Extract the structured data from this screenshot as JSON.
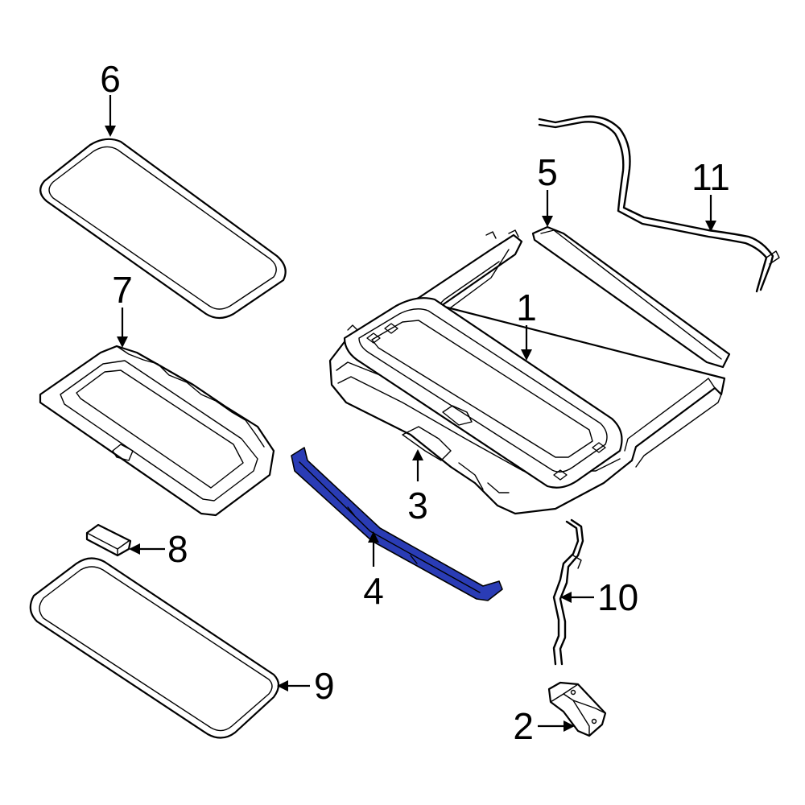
{
  "callouts": {
    "c1": "1",
    "c2": "2",
    "c3": "3",
    "c4": "4",
    "c5": "5",
    "c6": "6",
    "c7": "7",
    "c8": "8",
    "c9": "9",
    "c10": "10",
    "c11": "11"
  },
  "highlight": {
    "part_number": "4",
    "color": "#2a3cb5"
  },
  "colors": {
    "line": "#000000",
    "background": "#ffffff"
  }
}
